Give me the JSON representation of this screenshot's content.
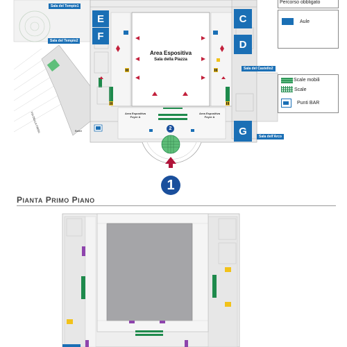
{
  "legend": {
    "items": [
      {
        "label": "Percorso obbligato"
      },
      {
        "label": "Aule",
        "color": "#1a6fb5"
      },
      {
        "label": "Scale mobili",
        "color": "#1e8a4c"
      },
      {
        "label": "Scale",
        "color": "#1e8a4c"
      },
      {
        "label": "Punti BAR",
        "color": "#1a6fb5"
      }
    ]
  },
  "rooms": {
    "E": "E",
    "F": "F",
    "C": "C",
    "D": "D",
    "G": "G"
  },
  "labels": {
    "sala_tempio1": "Sala del Tempio1",
    "sala_tempio2": "Sala del Tempio2",
    "sala_castello2": "Sala del Castello2",
    "sala_arco": "Sala dell'Arco",
    "area_espositiva": "Area Espositiva",
    "sala_piazza": "Sala della Piazza",
    "foyer_a_left": "Area Espositiva Foyer A",
    "foyer_a_right": "Area Espositiva Foyer A",
    "baleri": "Baleri",
    "street": "VIA DELLA FIERA"
  },
  "markers": {
    "entrance_number": "1",
    "marker_2": "2"
  },
  "section": {
    "title_initial_1": "P",
    "title_rest_1": "IANTA",
    "title_initial_2": "P",
    "title_rest_2": "RIMO",
    "title_initial_3": "P",
    "title_rest_3": "IANO"
  },
  "colors": {
    "room_blue": "#1a6fb5",
    "stairs_green": "#1e8a4c",
    "entrance_red": "#b0143a",
    "hall_grey": "#a5a5a8",
    "wall_grey": "#c9c9c9"
  }
}
